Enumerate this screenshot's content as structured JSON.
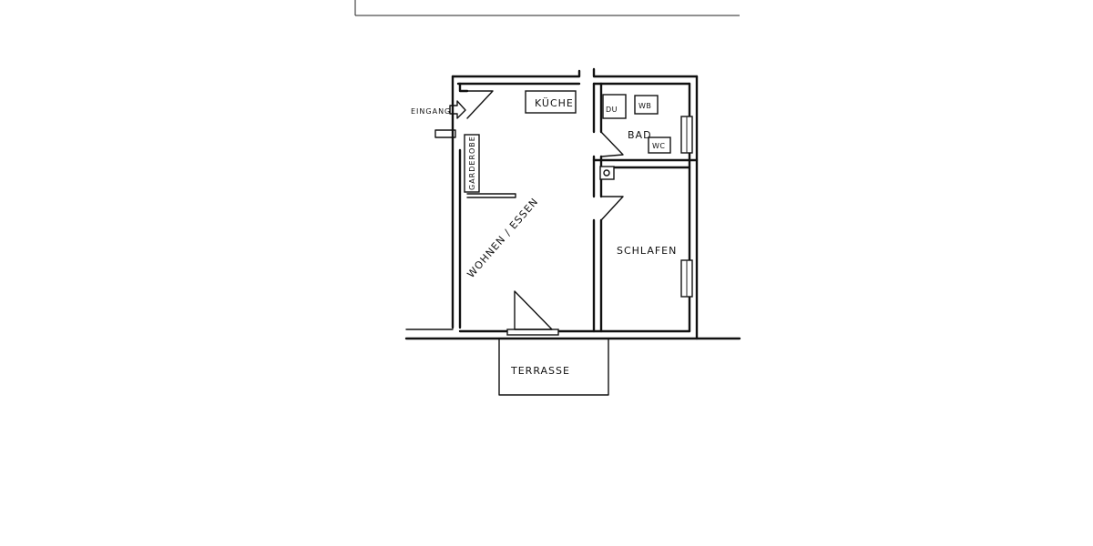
{
  "rooms": {
    "entrance": "EINGANG",
    "kitchen": "KÜCHE",
    "bath": "BAD",
    "shower": "DU",
    "washbasin": "WB",
    "toilet": "WC",
    "wardrobe": "GARDEROBE",
    "living": "WOHNEN / ESSEN",
    "bedroom": "SCHLAFEN",
    "terrace": "TERRASSE"
  }
}
